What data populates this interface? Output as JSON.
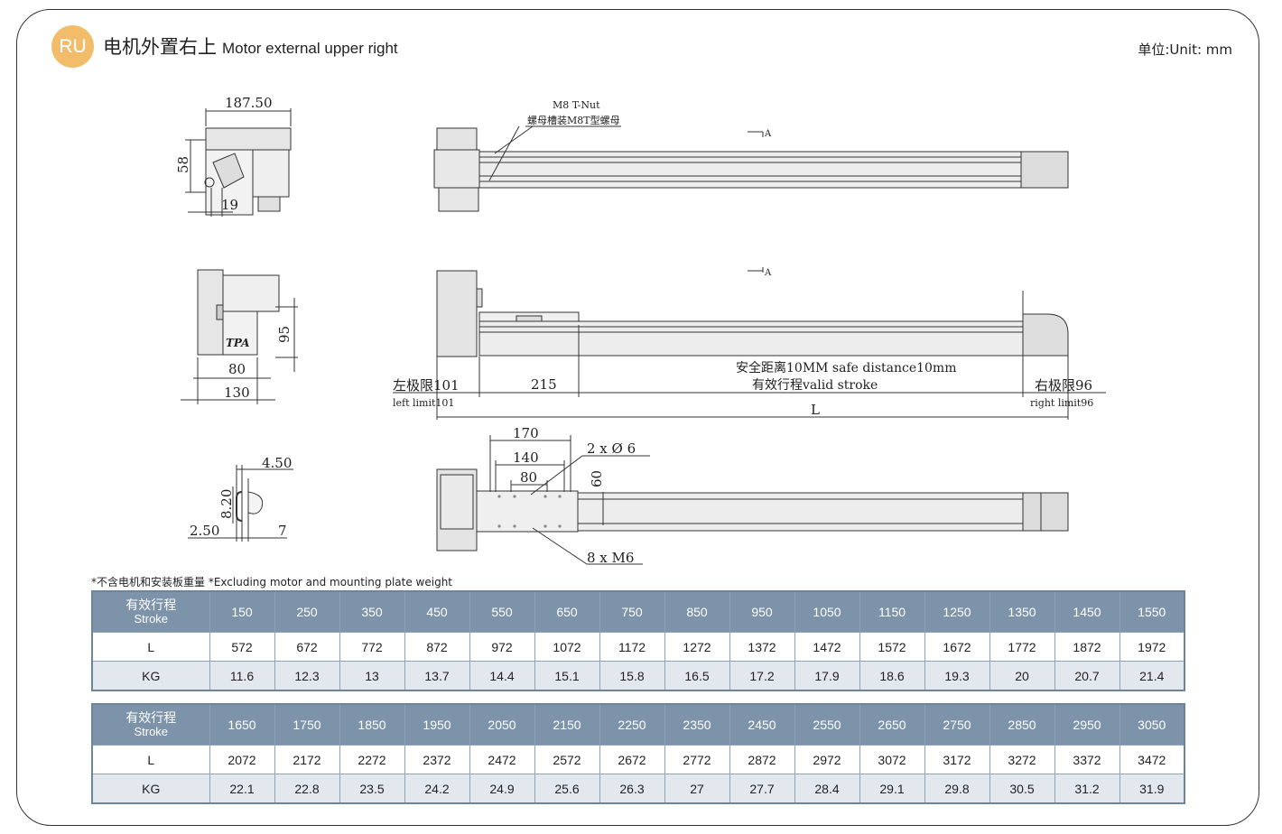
{
  "header": {
    "badge": "RU",
    "title_cn": "电机外置右上",
    "title_en": "Motor external upper right",
    "unit": "单位:Unit: mm"
  },
  "drawing": {
    "dim_187": "187.50",
    "dim_58": "58",
    "dim_19": "19",
    "tnut_en": "M8 T-Nut",
    "tnut_cn": "螺母槽装M8T型螺母",
    "section_a": "A",
    "dim_95": "95",
    "dim_80": "80",
    "dim_130": "130",
    "logo": "TPA",
    "left_limit_cn": "左极限101",
    "left_limit_en": "left limit101",
    "dim_215": "215",
    "safe_dist": "安全距离10MM safe distance10mm",
    "valid_stroke": "有效行程valid stroke",
    "right_limit_cn": "右极限96",
    "right_limit_en": "right limit96",
    "dim_L": "L",
    "dim_450": "4.50",
    "dim_820": "8.20",
    "dim_250": "2.50",
    "dim_7": "7",
    "dim_170": "170",
    "dim_140": "140",
    "dim_80b": "80",
    "dim_60": "60",
    "holes": "2 x Ø 6",
    "screws": "8 x  M6"
  },
  "note": "*不含电机和安装板重量 *Excluding motor and mounting plate weight",
  "tables": [
    {
      "label_cn": "有效行程",
      "label_en": "Stroke",
      "stroke": [
        "150",
        "250",
        "350",
        "450",
        "550",
        "650",
        "750",
        "850",
        "950",
        "1050",
        "1150",
        "1250",
        "1350",
        "1450",
        "1550"
      ],
      "L": [
        "572",
        "672",
        "772",
        "872",
        "972",
        "1072",
        "1172",
        "1272",
        "1372",
        "1472",
        "1572",
        "1672",
        "1772",
        "1872",
        "1972"
      ],
      "KG": [
        "11.6",
        "12.3",
        "13",
        "13.7",
        "14.4",
        "15.1",
        "15.8",
        "16.5",
        "17.2",
        "17.9",
        "18.6",
        "19.3",
        "20",
        "20.7",
        "21.4"
      ]
    },
    {
      "label_cn": "有效行程",
      "label_en": "Stroke",
      "stroke": [
        "1650",
        "1750",
        "1850",
        "1950",
        "2050",
        "2150",
        "2250",
        "2350",
        "2450",
        "2550",
        "2650",
        "2750",
        "2850",
        "2950",
        "3050"
      ],
      "L": [
        "2072",
        "2172",
        "2272",
        "2372",
        "2472",
        "2572",
        "2672",
        "2772",
        "2872",
        "2972",
        "3072",
        "3172",
        "3272",
        "3372",
        "3472"
      ],
      "KG": [
        "22.1",
        "22.8",
        "23.5",
        "24.2",
        "24.9",
        "25.6",
        "26.3",
        "27",
        "27.7",
        "28.4",
        "29.1",
        "29.8",
        "30.5",
        "31.2",
        "31.9"
      ]
    }
  ],
  "row_labels": {
    "L": "L",
    "KG": "KG"
  }
}
